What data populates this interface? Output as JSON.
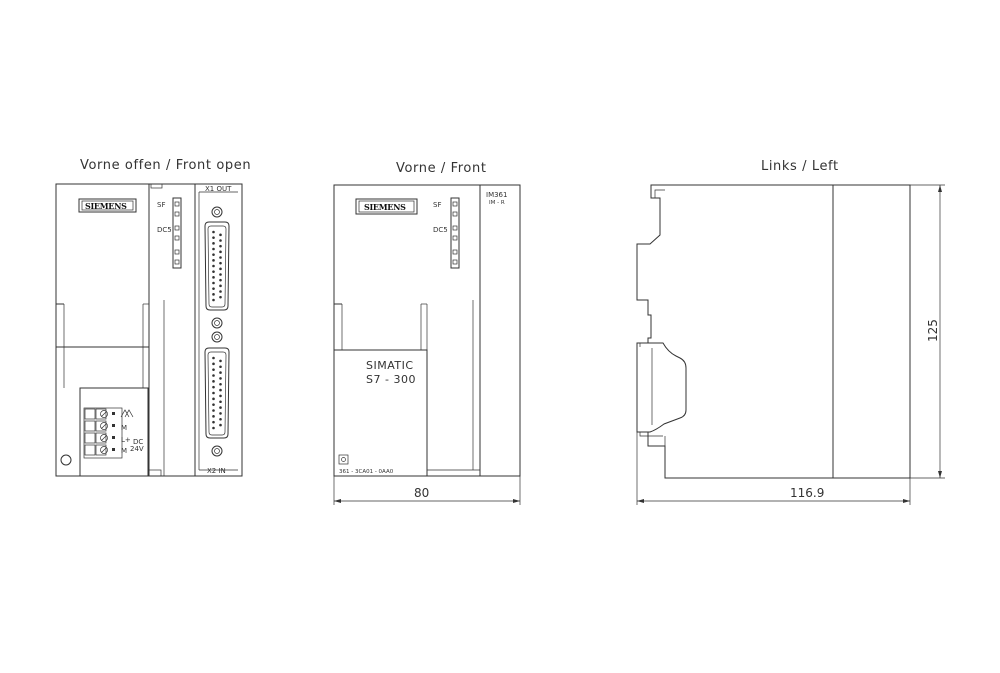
{
  "views": {
    "front_open": {
      "title": "Vorne offen / Front open",
      "brand": "SIEMENS",
      "led_sf": "SF",
      "led_dc5": "DC5",
      "conn_x1": "X1 OUT",
      "conn_x2": "X2 IN",
      "term_m1": "M",
      "term_lplus": "L+",
      "term_m2": "M",
      "supply_dc": "DC",
      "supply_24v": "24V"
    },
    "front": {
      "title": "Vorne / Front",
      "brand": "SIEMENS",
      "led_sf": "SF",
      "led_dc5": "DC5",
      "model": "IM361",
      "model_sub": "IM - R",
      "simatic": "SIMATIC",
      "s7": "S7 - 300",
      "order_no": "361 - 3CA01 - 0AA0",
      "width_dim": "80"
    },
    "left": {
      "title": "Links / Left",
      "depth_dim": "116.9",
      "height_dim": "125"
    }
  }
}
